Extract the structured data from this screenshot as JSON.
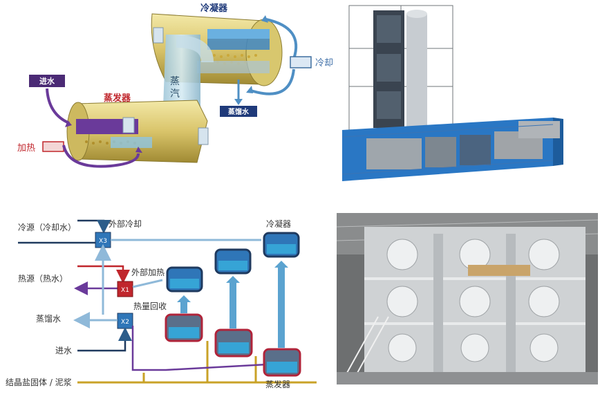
{
  "top_left": {
    "condenser": "冷凝器",
    "cooling": "冷却",
    "inlet_water": "进水",
    "evaporator": "蒸发器",
    "heating": "加热",
    "steam_1": "蒸",
    "steam_2": "汽",
    "distillate": "蒸馏水"
  },
  "bottom_left": {
    "cold_source": "冷源（冷却水）",
    "external_cooling": "外部冷却",
    "condenser": "冷凝器",
    "heat_source": "热源（热水）",
    "external_heating": "外部加热",
    "heat_recovery": "热量回收",
    "distillate": "蒸馏水",
    "inlet_water": "进水",
    "crystal_salt": "结晶盐固体 / 泥浆",
    "evaporator": "蒸发器",
    "x1": "X1",
    "x2": "X2",
    "x3": "X3"
  },
  "colors": {
    "purple": "#6a3a9a",
    "red": "#c0262c",
    "blue": "#2c5d8a",
    "light_blue": "#5ba3d0",
    "navy": "#1f3a5f",
    "gold": "#c9a227",
    "cyan": "#3fb6d8"
  }
}
